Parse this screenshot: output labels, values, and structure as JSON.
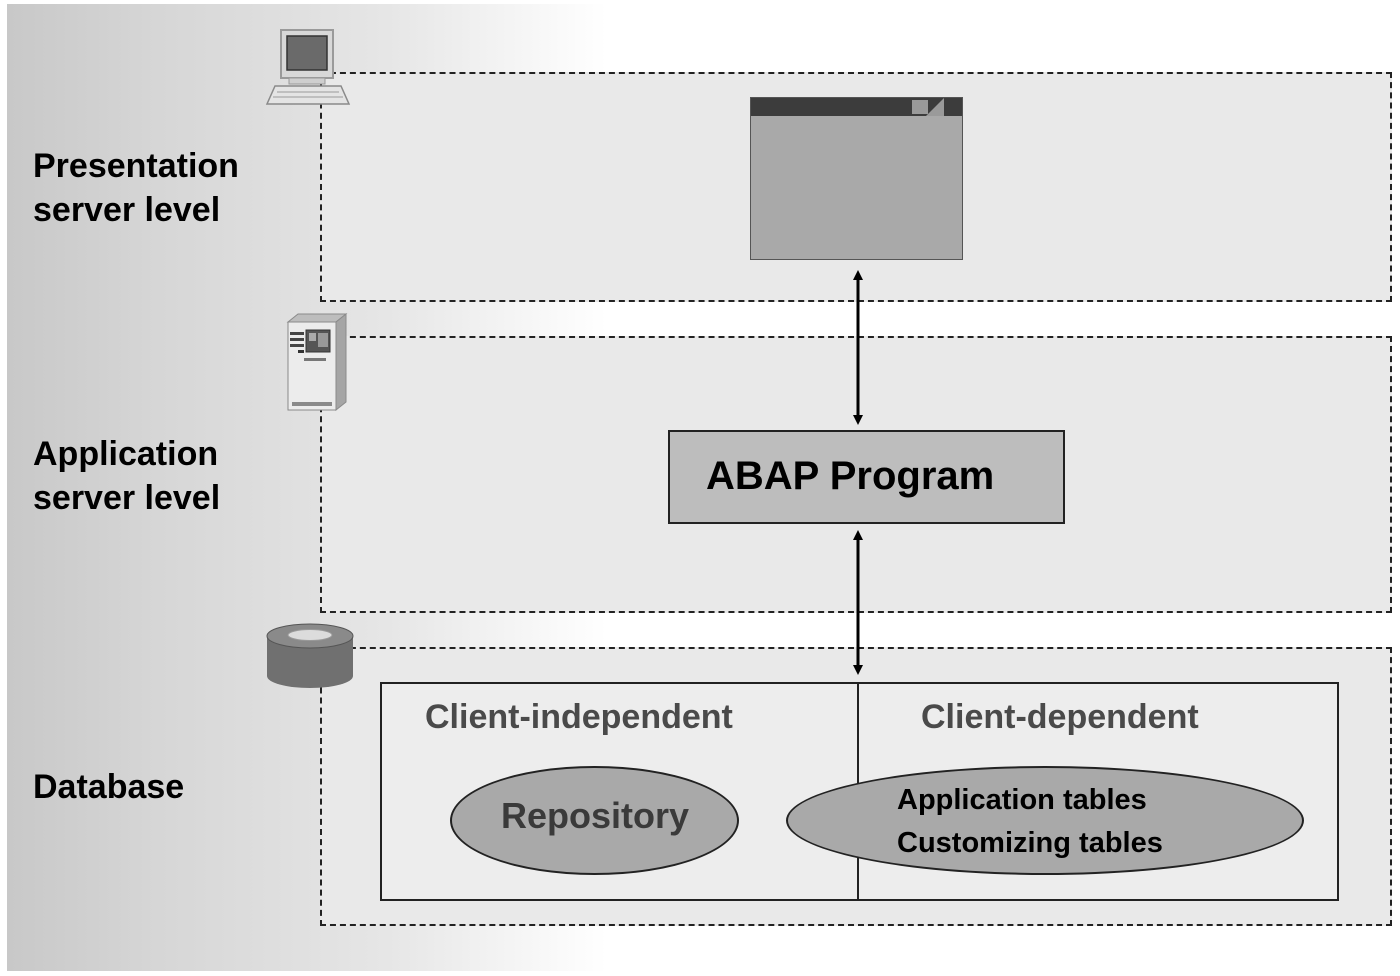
{
  "levels": {
    "presentation": "Presentation\nserver level",
    "application": "Application\nserver level",
    "database": "Database"
  },
  "application": {
    "program_label": "ABAP Program"
  },
  "database": {
    "client_independent": "Client-independent",
    "client_dependent": "Client-dependent",
    "repository": "Repository",
    "application_tables": "Application tables",
    "customizing_tables": "Customizing tables"
  },
  "icons": {
    "presentation": "computer-icon",
    "application": "server-icon",
    "database": "database-icon"
  },
  "colors": {
    "level_fill": "#e9e9e9",
    "program_fill": "#bdbdbd",
    "ellipse_fill": "#a9a9a9",
    "border": "#222222"
  }
}
